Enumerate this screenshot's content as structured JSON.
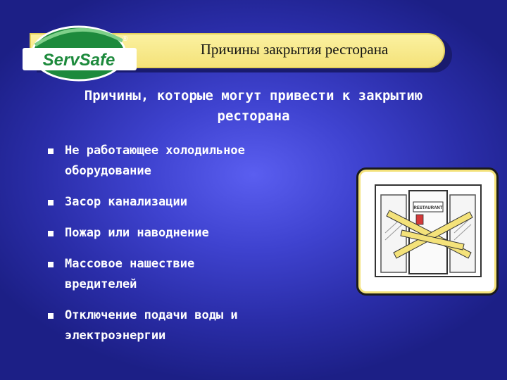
{
  "header": {
    "title": "Причины закрытия ресторана",
    "logo_text": "ServSafe",
    "logo_mark": "®"
  },
  "main": {
    "heading_line1": "Причины, которые могут привести к закрытию",
    "heading_line2": "ресторана",
    "bullets": [
      {
        "line1": "Не работающее холодильное",
        "line2": "оборудование"
      },
      {
        "line1": "Засор канализации",
        "line2": ""
      },
      {
        "line1": "Пожар или наводнение",
        "line2": ""
      },
      {
        "line1": "Массовое нашествие",
        "line2": "вредителей"
      },
      {
        "line1": "Отключение подачи воды и",
        "line2": "электроэнергии"
      }
    ]
  },
  "illustration": {
    "sign_text": "RESTAURANT"
  },
  "colors": {
    "background": "#3f43d0",
    "title_bar": "#f4e27a",
    "logo_green": "#1d8a3c",
    "text": "#ffffff"
  }
}
